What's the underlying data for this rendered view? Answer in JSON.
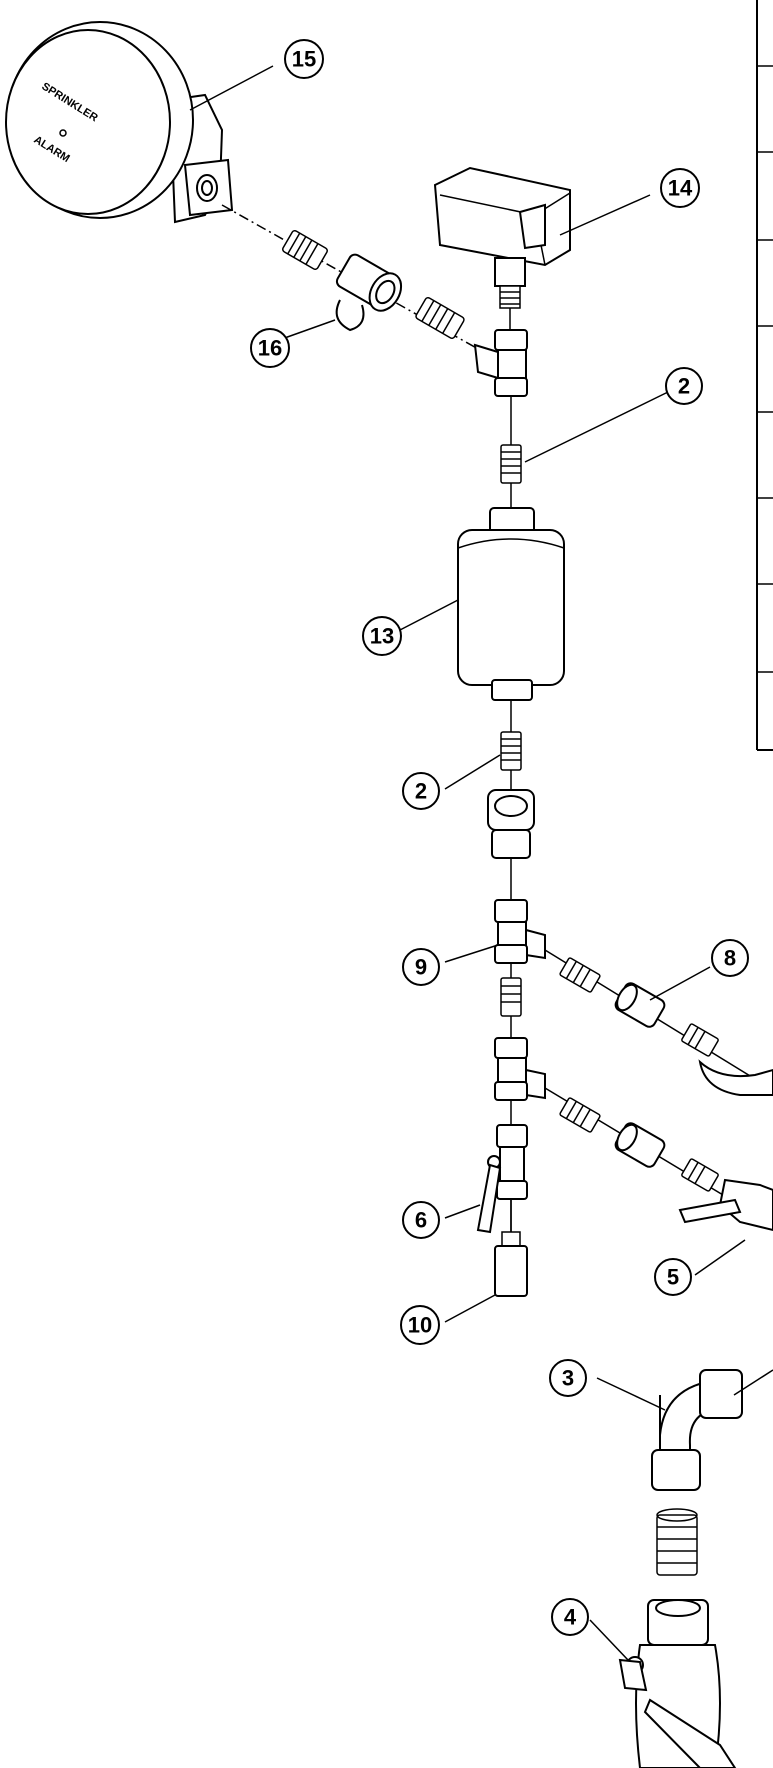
{
  "diagram": {
    "alarm_face_text": {
      "line1": "SPRINKLER",
      "line2": "ALARM"
    },
    "callouts": [
      {
        "id": "c15",
        "label": "15"
      },
      {
        "id": "c14",
        "label": "14"
      },
      {
        "id": "c16",
        "label": "16"
      },
      {
        "id": "c2a",
        "label": "2"
      },
      {
        "id": "c13",
        "label": "13"
      },
      {
        "id": "c2b",
        "label": "2"
      },
      {
        "id": "c9",
        "label": "9"
      },
      {
        "id": "c8",
        "label": "8"
      },
      {
        "id": "c6",
        "label": "6"
      },
      {
        "id": "c5",
        "label": "5"
      },
      {
        "id": "c10",
        "label": "10"
      },
      {
        "id": "c3",
        "label": "3"
      },
      {
        "id": "c4",
        "label": "4"
      }
    ]
  }
}
